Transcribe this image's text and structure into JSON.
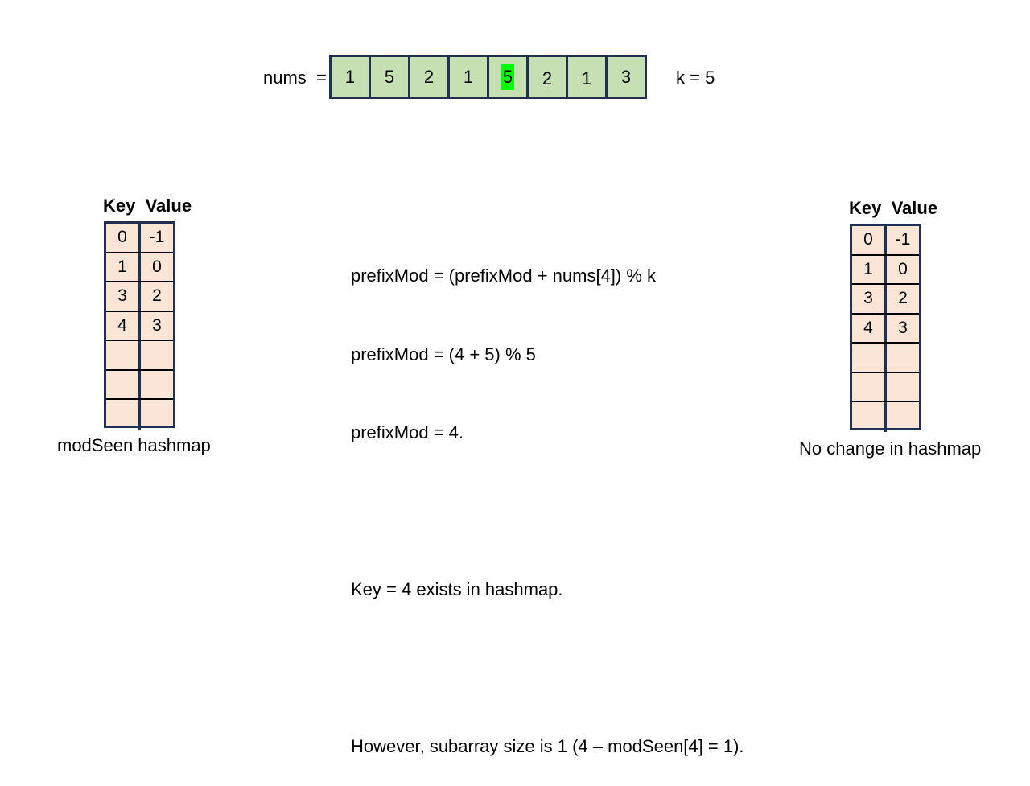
{
  "nums": {
    "label": "nums  =",
    "values": [
      "1",
      "5",
      "2",
      "1",
      "5",
      "2",
      "1",
      "3"
    ],
    "highlight_index": 4,
    "highlight_color": "#00ff00",
    "cell_color": "#c6e0b4"
  },
  "k_label": "k = 5",
  "left_hashmap": {
    "header": "Key  Value",
    "rows": [
      {
        "key": "0",
        "value": "-1"
      },
      {
        "key": "1",
        "value": "0"
      },
      {
        "key": "3",
        "value": "2"
      },
      {
        "key": "4",
        "value": "3"
      },
      {
        "key": "",
        "value": ""
      },
      {
        "key": "",
        "value": ""
      },
      {
        "key": "",
        "value": ""
      }
    ],
    "caption": "modSeen hashmap"
  },
  "right_hashmap": {
    "header": "Key  Value",
    "rows": [
      {
        "key": "0",
        "value": "-1"
      },
      {
        "key": "1",
        "value": "0"
      },
      {
        "key": "3",
        "value": "2"
      },
      {
        "key": "4",
        "value": "3"
      },
      {
        "key": "",
        "value": ""
      },
      {
        "key": "",
        "value": ""
      },
      {
        "key": "",
        "value": ""
      }
    ],
    "caption": "No change in hashmap"
  },
  "explanation": {
    "line1": "prefixMod = (prefixMod + nums[4]) % k",
    "line2": "prefixMod = (4 + 5) % 5",
    "line3": "prefixMod = 4.",
    "line4": "",
    "line5": "Key = 4 exists in hashmap.",
    "line6": "",
    "line7": "However, subarray size is 1 (4 – modSeen[4] = 1)."
  },
  "colors": {
    "border": "#1f3050",
    "table_fill": "#fbe5d6"
  }
}
